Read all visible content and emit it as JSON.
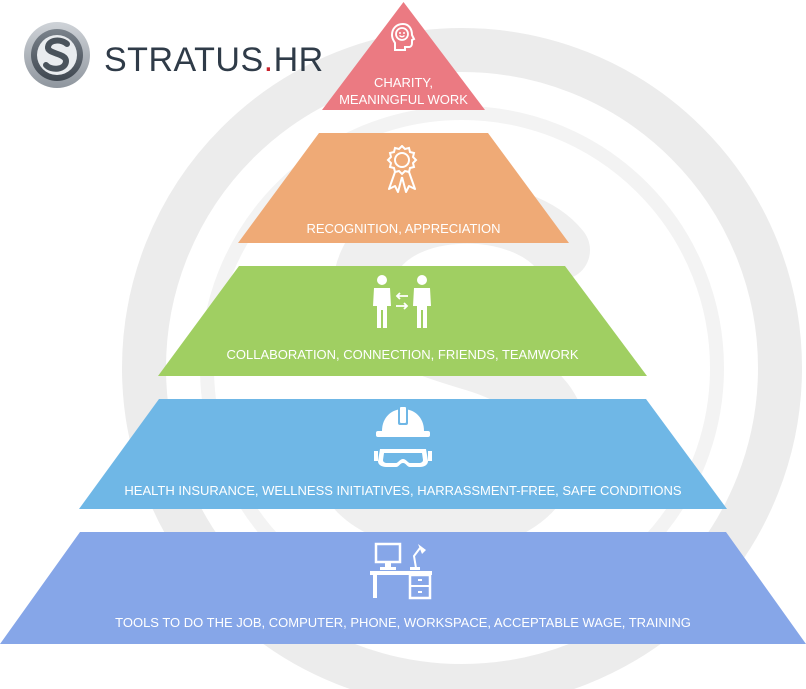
{
  "brand": {
    "name_main": "STRATUS",
    "name_dot": ".",
    "name_suffix": "HR",
    "dot_color": "#c9232c",
    "logo_icon": "stratus-s-emblem-icon"
  },
  "pyramid": [
    {
      "id": "tier-1",
      "label_lines": [
        "CHARITY,",
        "MEANINGFUL WORK"
      ],
      "color": "#eb7a82",
      "icon": "smiling-head-icon"
    },
    {
      "id": "tier-2",
      "label_lines": [
        "RECOGNITION, APPRECIATION"
      ],
      "color": "#efaa76",
      "icon": "award-rosette-icon"
    },
    {
      "id": "tier-3",
      "label_lines": [
        "COLLABORATION, CONNECTION, FRIENDS, TEAMWORK"
      ],
      "color": "#a0cf62",
      "icon": "two-people-exchange-icon"
    },
    {
      "id": "tier-4",
      "label_lines": [
        "HEALTH INSURANCE, WELLNESS INITIATIVES, HARRASSMENT-FREE, SAFE CONDITIONS"
      ],
      "color": "#6fb7e6",
      "icon": "hard-hat-goggles-icon"
    },
    {
      "id": "tier-5",
      "label_lines": [
        "TOOLS TO DO THE JOB, COMPUTER, PHONE, WORKSPACE, ACCEPTABLE WAGE, TRAINING"
      ],
      "color": "#86a6e8",
      "icon": "desk-workstation-icon"
    }
  ]
}
